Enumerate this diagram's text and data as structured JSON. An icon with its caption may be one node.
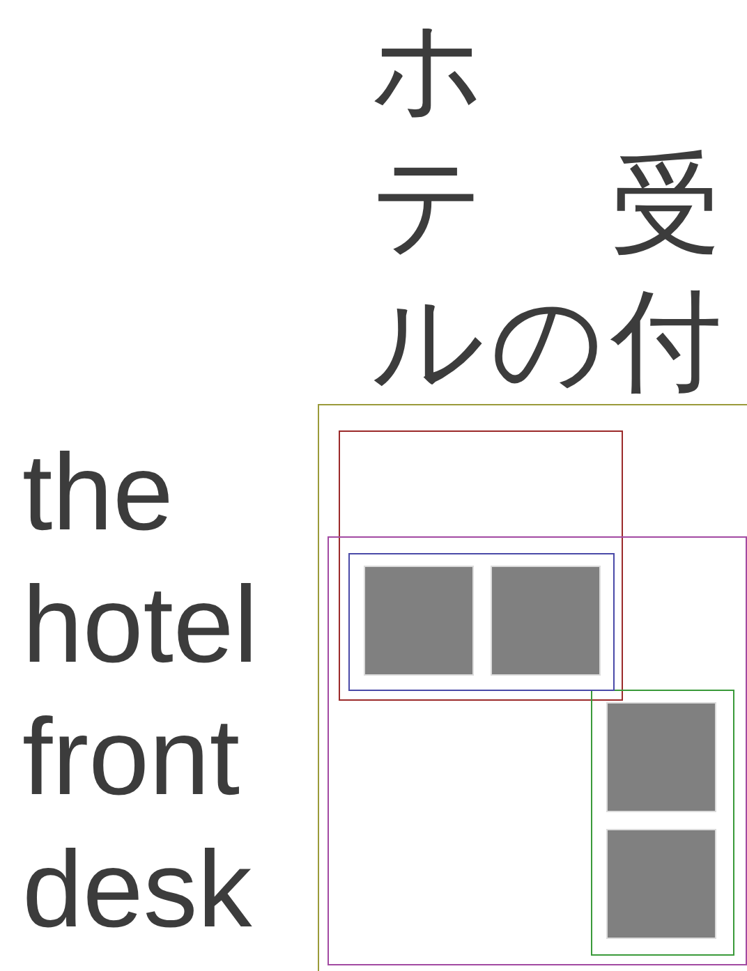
{
  "diagram": {
    "nodes": [
      {
        "text": [],
        "shape": "box"
      },
      {
        "text": [],
        "shape": "box",
        "in": 0
      },
      {
        "text": [],
        "shape": "box",
        "in": 0
      },
      {
        "text": [],
        "shape": "box"
      },
      {
        "text": [],
        "shape": "box",
        "in": 3
      },
      {
        "text": [],
        "shape": "box",
        "in": 3
      },
      {
        "text": [],
        "shape": "box",
        "in": 2
      },
      {
        "text": [],
        "shape": "box",
        "in": 6
      },
      {
        "text": [],
        "shape": "box",
        "in": 6
      }
    ],
    "labels": [
      "ホテルの受付",
      "the hotel front desk"
    ]
  }
}
